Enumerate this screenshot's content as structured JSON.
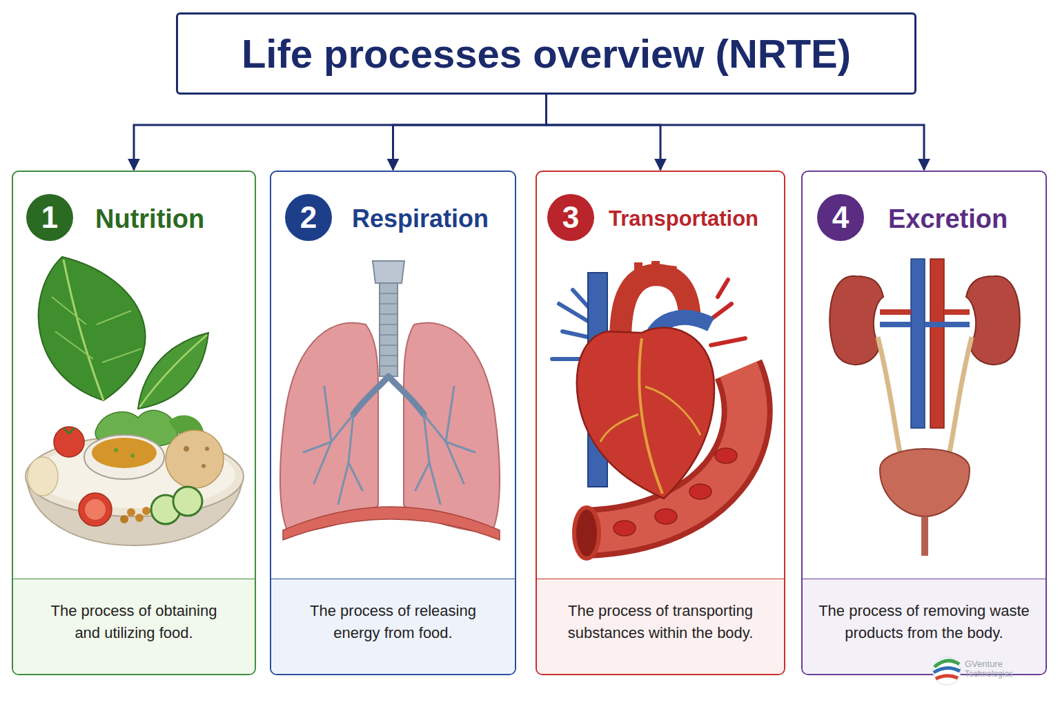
{
  "diagram": {
    "nodes": [
      {
        "text": [
          "Life processes overview (NRTE)"
        ]
      },
      {
        "text": [
          "Nutrition"
        ]
      },
      {
        "text": [
          "1"
        ],
        "in": 1
      },
      {
        "text": [
          "The process of obtaining and utilizing food."
        ],
        "in": 1
      },
      {
        "text": [
          "Respiration"
        ]
      },
      {
        "text": [
          "2"
        ],
        "in": 4
      },
      {
        "text": [
          "The process of releasing energy from food."
        ],
        "in": 4
      },
      {
        "text": [
          "Transportation"
        ]
      },
      {
        "text": [
          "3"
        ],
        "in": 7
      },
      {
        "text": [
          "The process of transporting substances within the body."
        ],
        "in": 7
      },
      {
        "text": [
          "Excretion"
        ]
      },
      {
        "text": [
          "4"
        ],
        "in": 10
      },
      {
        "text": [
          "The process of removing waste products from the body."
        ],
        "in": 10
      }
    ],
    "edges": [
      {
        "from": 0,
        "to": 1,
        "arrow": "to"
      },
      {
        "from": 0,
        "to": 4,
        "arrow": "to"
      },
      {
        "from": 0,
        "to": 7,
        "arrow": "to"
      },
      {
        "from": 0,
        "to": 10,
        "arrow": "to"
      }
    ],
    "labels": [
      "GVenture",
      "Technologies"
    ]
  }
}
